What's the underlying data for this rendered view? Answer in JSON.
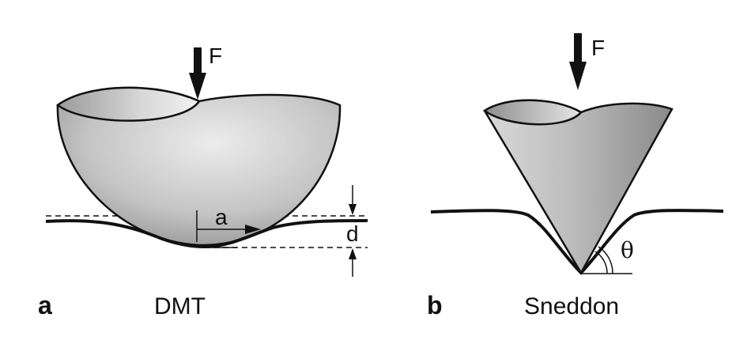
{
  "panels": [
    {
      "letter": "a",
      "caption": "DMT",
      "indenter": "sphere",
      "labels": {
        "force": "F",
        "contact_radius": "a",
        "depth": "d"
      }
    },
    {
      "letter": "b",
      "caption": "Sneddon",
      "indenter": "cone",
      "labels": {
        "force": "F",
        "angle": "θ"
      }
    }
  ],
  "colors": {
    "line": "#111111",
    "shell_light": "#e9e9e9",
    "shell_dark": "#8c8c8c"
  }
}
